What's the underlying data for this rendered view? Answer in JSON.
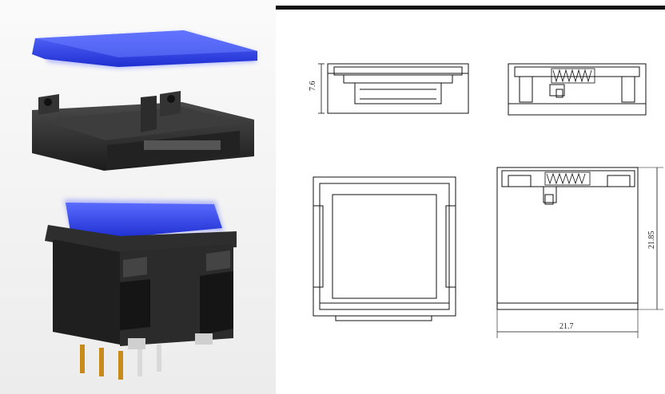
{
  "header": {
    "title_fragment": ""
  },
  "dimensions": {
    "height_side": "7.6",
    "depth_right": "21.85",
    "width_bottom": "21.7"
  },
  "colors": {
    "cap_blue": "#2b3fe0",
    "body_dark": "#2a2a2a",
    "pin_gold": "#c98a1c",
    "line": "#111111"
  }
}
